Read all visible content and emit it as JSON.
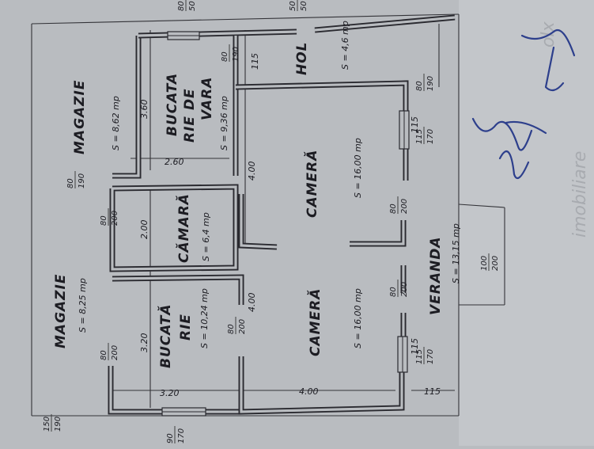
{
  "rooms": {
    "magazie_top": {
      "name": "MAGAZIE",
      "area": "S = 8,62 mp"
    },
    "magazie_bottom": {
      "name": "MAGAZIE",
      "area": "S = 8,25 mp"
    },
    "bucatarie_vara": {
      "name": "BUCATARIE DE VARA",
      "line1": "BUCATA",
      "line2": "RIE DE",
      "line3": "VARA",
      "area": "S = 9,36 mp"
    },
    "camara": {
      "name": "CĂMARĂ",
      "area": "S = 6,4 mp"
    },
    "bucatarie": {
      "name": "BUCATĂRIE",
      "line1": "BUCATĂ",
      "line2": "RIE",
      "area": "S = 10,24 mp"
    },
    "camera_top": {
      "name": "CAMERĂ",
      "area": "S = 16,00 mp"
    },
    "camera_bottom": {
      "name": "CAMERĂ",
      "area": "S = 16,00 mp"
    },
    "hol": {
      "name": "HOL",
      "area": "S = 4,6 mp"
    },
    "veranda": {
      "name": "VERANDA",
      "area": "S = 13,15 mp"
    }
  },
  "dimensions": {
    "d_3_60": "3.60",
    "d_2_60": "2.60",
    "d_4_00_a": "4.00",
    "d_2_00": "2.00",
    "d_3_20_a": "3.20",
    "d_4_00_b": "4.00",
    "d_3_20_b": "3.20",
    "d_4_00_c": "4.00",
    "d_115_a": "115",
    "d_115_b": "115",
    "d_115_c": "115",
    "d_115_d": "115"
  },
  "openings": {
    "o_80_50": [
      "80",
      "50"
    ],
    "o_50_50": [
      "50",
      "50"
    ],
    "o_80_190_top": [
      "80",
      "190"
    ],
    "o_80_190_vara": [
      "80",
      "190"
    ],
    "o_80_190_hol": [
      "80",
      "190"
    ],
    "o_115_170_top": [
      "115",
      "170"
    ],
    "o_80_200_cam_top": [
      "80",
      "200"
    ],
    "o_80_200_camara": [
      "80",
      "200"
    ],
    "o_80_200_cam_mid": [
      "80",
      "200"
    ],
    "o_80_200_buc": [
      "80",
      "200"
    ],
    "o_80_200_mag": [
      "80",
      "200"
    ],
    "o_100_200": [
      "100",
      "200"
    ],
    "o_115_170_bottom": [
      "115",
      "170"
    ],
    "o_150_190": [
      "150",
      "190"
    ],
    "o_90_170": [
      "90",
      "170"
    ]
  },
  "colors": {
    "paper": "#b9bcc0",
    "ink": "#2a2a30",
    "signature": "#2d3f8c"
  }
}
